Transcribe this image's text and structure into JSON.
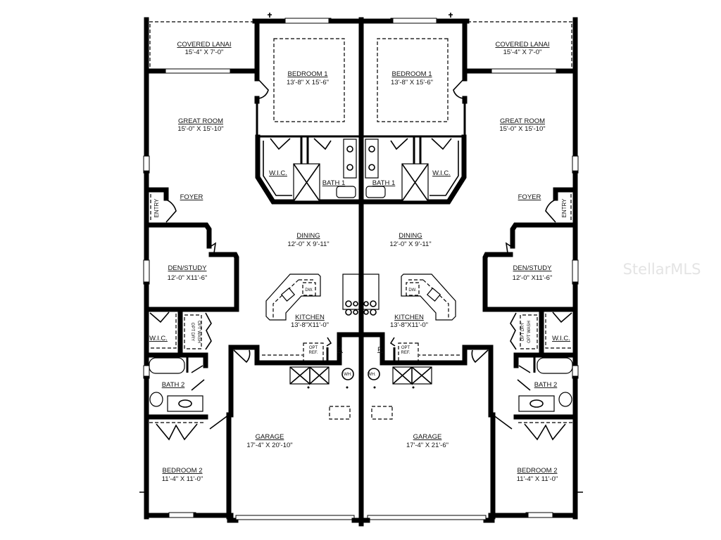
{
  "left_unit": {
    "covered_lanai": {
      "name": "COVERED LANAI",
      "dims": "15'-4\" X 7'-0\""
    },
    "bedroom_1": {
      "name": "BEDROOM 1",
      "dims": "13'-8\" X 15'-6\""
    },
    "great_room": {
      "name": "GREAT ROOM",
      "dims": "15'-0\" X 15'-10\""
    },
    "wic_1": {
      "name": "W.I.C."
    },
    "bath_1": {
      "name": "BATH 1"
    },
    "foyer": {
      "name": "FOYER"
    },
    "entry": {
      "name": "ENTRY"
    },
    "dining": {
      "name": "DINING",
      "dims": "12'-0\" X 9'-11\""
    },
    "den_study": {
      "name": "DEN/STUDY",
      "dims": "12'-0\" X11'-6\""
    },
    "kitchen": {
      "name": "KITCHEN",
      "dims": "13'-8\"X11'-0\""
    },
    "dw": "DW.",
    "wic_2": {
      "name": "W.I.C."
    },
    "opt_wash": "OPT WASH",
    "opt_dry": "OPT DRY",
    "opt_ref": {
      "line1": "OPT",
      "line2": "REF."
    },
    "pantry": "P.",
    "wh": "WH.",
    "bath_2": {
      "name": "BATH  2"
    },
    "garage": {
      "name": "GARAGE",
      "dims": "17'-4\" X 20'-10\""
    },
    "bedroom_2": {
      "name": "BEDROOM  2",
      "dims": "11'-4\" X 11'-0\""
    }
  },
  "right_unit": {
    "covered_lanai": {
      "name": "COVERED LANAI",
      "dims": "15'-4\" X 7'-0\""
    },
    "bedroom_1": {
      "name": "BEDROOM 1",
      "dims": "13'-8\" X 15'-6\""
    },
    "great_room": {
      "name": "GREAT ROOM",
      "dims": "15'-0\" X 15'-10\""
    },
    "wic_1": {
      "name": "W.I.C."
    },
    "bath_1": {
      "name": "BATH 1"
    },
    "foyer": {
      "name": "FOYER"
    },
    "entry": {
      "name": "ENTRY"
    },
    "dining": {
      "name": "DINING",
      "dims": "12'-0\" X 9'-11\""
    },
    "den_study": {
      "name": "DEN/STUDY",
      "dims": "12'-0\" X11'-6\""
    },
    "kitchen": {
      "name": "KITCHEN",
      "dims": "13'-8\"X11'-0\""
    },
    "dw": "DW.",
    "wic_2": {
      "name": "W.I.C."
    },
    "opt_wash": "OPT WASH",
    "opt_dry": "OPT DRY",
    "opt_ref": {
      "line1": "OPT",
      "line2": "REF."
    },
    "pantry": "P.",
    "wh": "WH.",
    "bath_2": {
      "name": "BATH  2"
    },
    "garage": {
      "name": "GARAGE",
      "dims": "17'-4\" X 21'-6\""
    },
    "bedroom_2": {
      "name": "BEDROOM  2",
      "dims": "11'-4\" X 11'-0\""
    }
  },
  "watermark": "StellarMLS"
}
